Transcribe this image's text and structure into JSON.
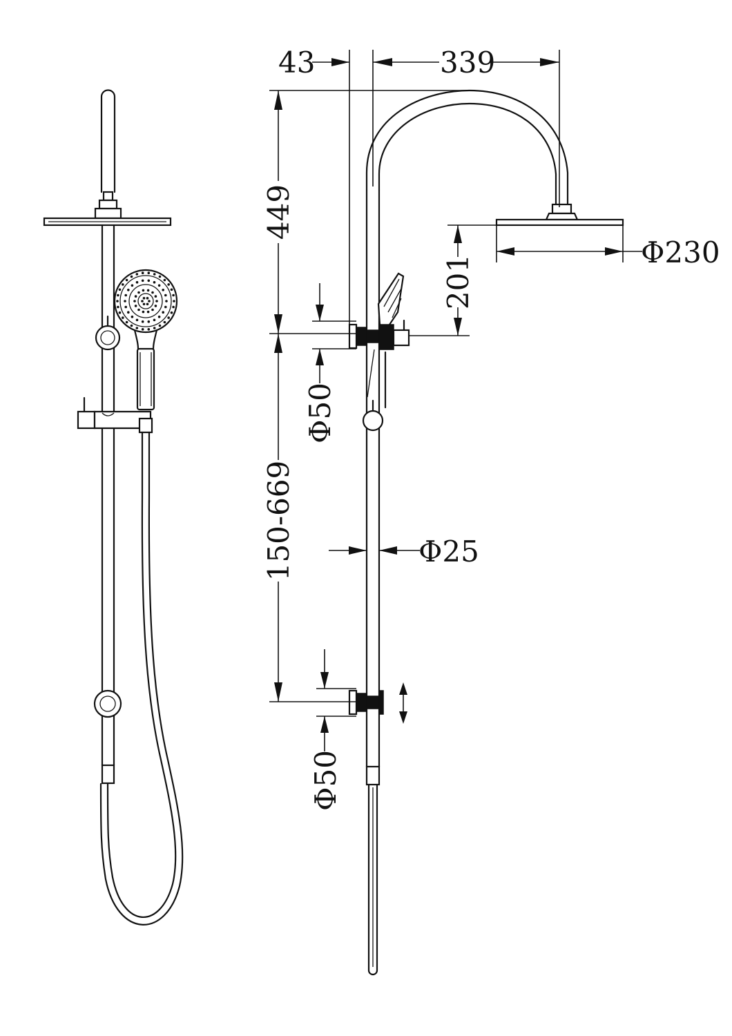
{
  "dimensions": {
    "wall_offset": "43",
    "arm_reach": "339",
    "arm_height": "449",
    "rose_diameter": "Φ230",
    "holder_drop": "201",
    "upper_bracket_diameter": "Φ50",
    "rail_adjust_range": "150-669",
    "rail_diameter": "Φ25",
    "lower_bracket_diameter": "Φ50"
  },
  "colors": {
    "line": "#111111",
    "background": "#ffffff"
  }
}
